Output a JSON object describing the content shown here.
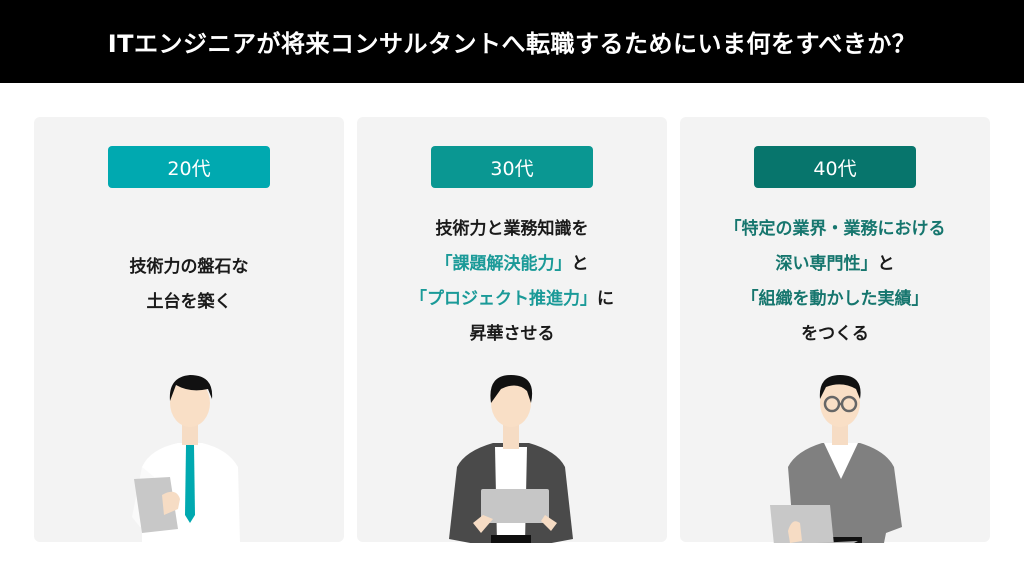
{
  "header": {
    "title": "ITエンジニアが将来コンサルタントへ転職するためにいま何をすべきか？"
  },
  "colors": {
    "badge_20s": "#00a9b0",
    "badge_30s": "#0a9792",
    "badge_40s": "#07756c",
    "highlight_30s": "#1a9a98",
    "highlight_40s": "#16766e"
  },
  "cards": [
    {
      "badge": "20代",
      "lines": [
        [
          {
            "t": "技術力の盤石な",
            "hl": false
          }
        ],
        [
          {
            "t": "土台を築く",
            "hl": false
          }
        ]
      ],
      "illustration": "young-man-white-shirt-teal-tie-holding-clipboard"
    },
    {
      "badge": "30代",
      "lines": [
        [
          {
            "t": "技術力と業務知識を",
            "hl": false
          }
        ],
        [
          {
            "t": "「課題解決能力」",
            "hl": true
          },
          {
            "t": "と",
            "hl": false
          }
        ],
        [
          {
            "t": "「プロジェクト推進力」",
            "hl": true
          },
          {
            "t": "に",
            "hl": false
          }
        ],
        [
          {
            "t": "昇華させる",
            "hl": false
          }
        ]
      ],
      "illustration": "man-dark-jacket-holding-tablet"
    },
    {
      "badge": "40代",
      "lines": [
        [
          {
            "t": "「特定の業界・業務における",
            "hl": true
          }
        ],
        [
          {
            "t": "深い専門性」",
            "hl": true
          },
          {
            "t": "と",
            "hl": false
          }
        ],
        [
          {
            "t": "「組織を動かした実績」",
            "hl": true
          }
        ],
        [
          {
            "t": "をつくる",
            "hl": false
          }
        ]
      ],
      "illustration": "man-glasses-gray-sweater-holding-laptop"
    }
  ],
  "text": {
    "c1_l1": "技術力の盤石な",
    "c1_l2": "土台を築く",
    "c2_l1": "技術力と業務知識を",
    "c2_l2a": "「課題解決能力」",
    "c2_l2b": "と",
    "c2_l3a": "「プロジェクト推進力」",
    "c2_l3b": "に",
    "c2_l4": "昇華させる",
    "c3_l1": "「特定の業界・業務における",
    "c3_l2a": "深い専門性」",
    "c3_l2b": "と",
    "c3_l3": "「組織を動かした実績」",
    "c3_l4": "をつくる"
  }
}
